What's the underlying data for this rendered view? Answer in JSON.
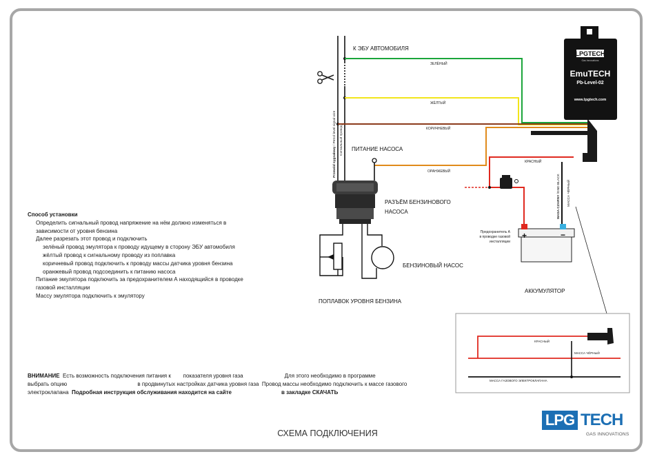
{
  "title": "СХЕМА ПОДКЛЮЧЕНИЯ",
  "labels": {
    "ecu": "К ЭБУ АВТОМОБИЛЯ",
    "green": "ЗЕЛЁНЫЙ",
    "yellow": "ЖЁЛТЫЙ",
    "brown": "КОРИЧНЕВЫЙ",
    "orange": "ОРАНЖЕВЫЙ",
    "red": "КРАСНЫЙ",
    "pump_power": "ПИТАНИЕ НАСОСА",
    "connector_line1": "РАЗЪЁМ  БЕНЗИНОВОГО",
    "connector_line2": "НАСОСА",
    "pump": "БЕНЗИНОВЫЙ НАСОС",
    "float": "ПОПЛАВОК УРОВНЯ БЕНЗИНА",
    "battery": "АККУМУЛЯТОР",
    "fuse_line1": "Предохранитель А",
    "fuse_line2": "в проводке газовой",
    "fuse_line3": "инсталляции",
    "signal_wire_bold": "Przewód sygnałowy",
    "signal_wire_rest": " / Petrol level signal wire",
    "signal_wire_ru": "Сигнальный провод",
    "mass_black_pl": "MASA CZARNY",
    "mass_black_en": " /GND BLACK",
    "mass_black_ru": "МАССА ЧЁРНЫЙ",
    "plus": "+",
    "minus": "−"
  },
  "device": {
    "brand": "LPGTECH",
    "brand_sub": "Gas innovations",
    "name": "EmuTECH",
    "model": "Pb-Level-02",
    "url": "www.lpgtech.com"
  },
  "inset": {
    "red": "КРАСНЫЙ",
    "mass_black": "МАССА ЧЁРНЫЙ",
    "valve_mass": "МАССА ГАЗОВОГО ЭЛЕКТРОКЛАПАНА"
  },
  "instructions": {
    "heading": "Способ установки",
    "lines": [
      "Определить сигнальный провод   напряжение на нём должно изменяться в",
      "зависимости от уровня бензина",
      "Далее разрезать этот провод и подключить",
      "зелёный провод эмулятора к проводу идущему в сторону ЭБУ автомобиля",
      "жёлтый провод к сигнальному проводу из поплавка",
      "коричневый провод подключить к проводу массы датчика уровня бензина",
      "оранжевый провод подсоединить к питанию насоса",
      "Питание эмулятора подключить за предохранителем А     находящийся в проводке",
      "газовой инсталляции",
      "Массу эмулятора подключить к эмулятору"
    ]
  },
  "warning": {
    "bold": "ВНИМАНИЕ",
    "line1": "  Есть возможность подключения питания к        показателя уровня газа                           Для этого необходимо в программе",
    "line2": "выбрать опцию                                              в продвинутых настройках датчика уровня газа  Провод массы необходимо подключить к массе газового",
    "line3_start": "электроклапана  ",
    "line3_bold": "Подробная инструкция обслуживания находится на сайте",
    "line3_tail_bold": "в закладке СКАЧАТЬ"
  },
  "logo": {
    "lpg": "LPG",
    "tech": "TECH",
    "tagline": "GAS INNOVATIONS"
  },
  "colors": {
    "green": "#1aa53a",
    "yellow": "#f2e51a",
    "brown": "#8b3a1a",
    "orange": "#e08a1a",
    "red": "#e0281e",
    "brand_blue": "#1c6fb4",
    "frame": "#a7a7a7"
  }
}
